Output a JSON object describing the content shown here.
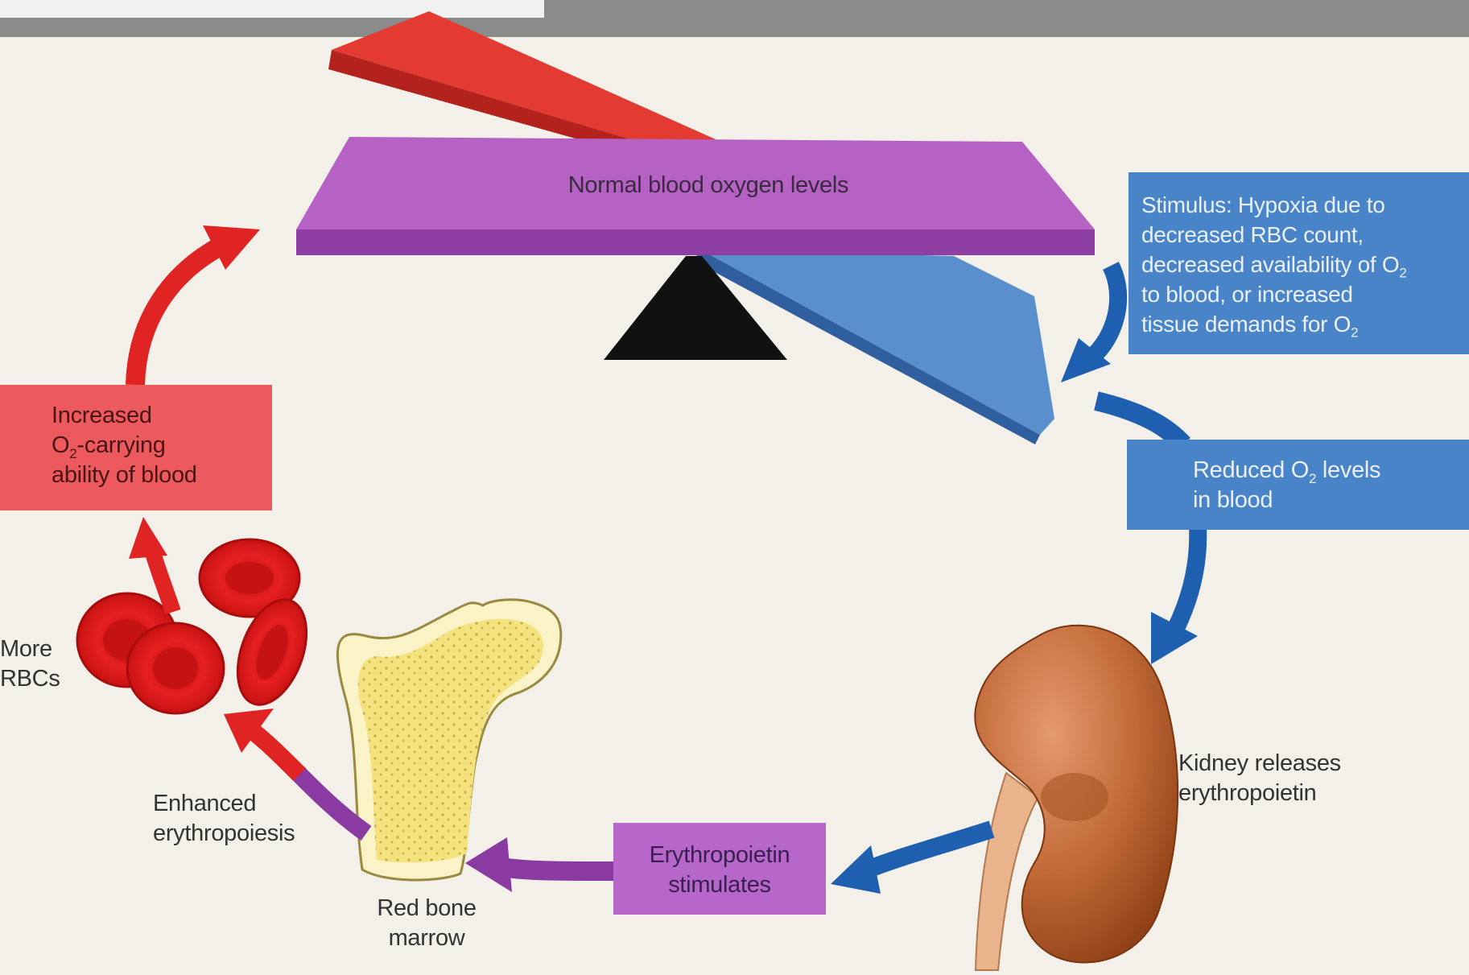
{
  "labels": {
    "balance": "Normal blood oxygen levels",
    "stimulus": {
      "line1": "Stimulus: Hypoxia due to",
      "line2": "decreased RBC count,",
      "line3": "decreased availability of  O",
      "line3_sub": "2",
      "line4": "to blood, or increased",
      "line5": "tissue demands for O",
      "line5_sub": "2"
    },
    "reduced": {
      "line1_a": "Reduced O",
      "line1_sub": "2",
      "line1_b": " levels",
      "line2": "in blood"
    },
    "kidney": {
      "line1": "Kidney releases",
      "line2": "erythropoietin"
    },
    "epo": {
      "line1": "Erythropoietin",
      "line2": "stimulates"
    },
    "marrow": {
      "line1": "Red bone",
      "line2": "marrow"
    },
    "enhanced": {
      "line1": "Enhanced",
      "line2": "erythropoiesis"
    },
    "more_rbcs": {
      "line1": "More",
      "line2": "RBCs"
    },
    "increased": {
      "line1": "Increased",
      "line2_a": "O",
      "line2_sub": "2",
      "line2_b": "-carrying",
      "line3": "ability of blood"
    }
  },
  "colors": {
    "background": "#f3efe9",
    "top_bar": "#8b8b8b",
    "beam": "#b562c4",
    "red_arm": "#e33a32",
    "blue_arm": "#5a8fce",
    "stimulus_box": "#4a84c8",
    "reduced_box": "#4a84c8",
    "epo_box": "#b667c9",
    "increased_box": "#ec5a5d",
    "fulcrum": "#111111",
    "kidney": "#b65a2a",
    "marrow": "#f0df7a",
    "rbc": "#dd1717",
    "arrow_blue": "#1e5fb0",
    "arrow_purple": "#8a3aa0",
    "arrow_red": "#e02323"
  }
}
